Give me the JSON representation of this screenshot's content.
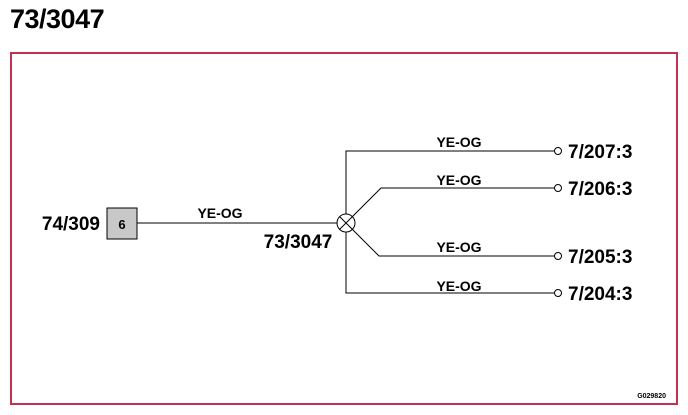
{
  "title": "73/3047",
  "source": {
    "label": "74/309",
    "pin": "6"
  },
  "splice": {
    "label": "73/3047"
  },
  "wires": [
    {
      "label": "YE-OG"
    },
    {
      "label": "YE-OG"
    },
    {
      "label": "YE-OG"
    },
    {
      "label": "YE-OG"
    },
    {
      "label": "YE-OG"
    }
  ],
  "terminals": [
    {
      "label": "7/207:3"
    },
    {
      "label": "7/206:3"
    },
    {
      "label": "7/205:3"
    },
    {
      "label": "7/204:3"
    }
  ],
  "reference": "G029820",
  "colors": {
    "frame": "#c0324f",
    "line": "#000000",
    "box_fill": "#c8c8c8"
  }
}
